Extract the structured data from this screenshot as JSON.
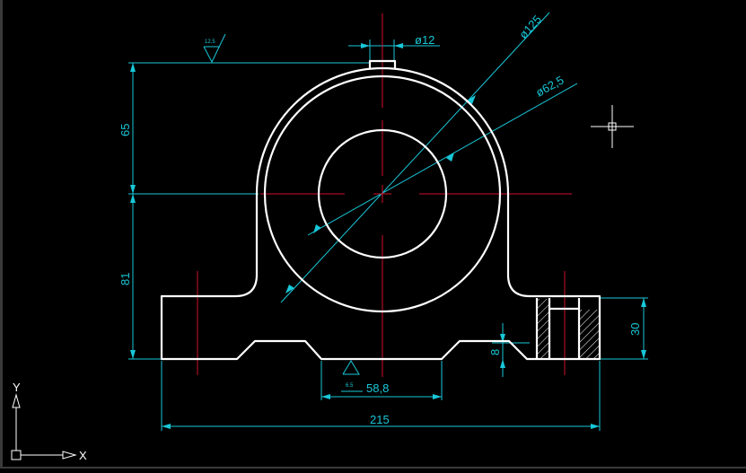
{
  "colors": {
    "background": "#000000",
    "outline": "#ffffff",
    "centerline": "#d0102a",
    "dimension": "#18c8d8",
    "ucs": "#ffffff"
  },
  "dimensions": {
    "d12": "ø12",
    "d125": "ø125",
    "d625": "ø62,5",
    "h65": "65",
    "h81": "81",
    "h30": "30",
    "h8": "8",
    "w588": "58,8",
    "w215": "215"
  },
  "roughness": {
    "top": "12.5",
    "bottom": "6.5"
  },
  "ucs": {
    "x_label": "X",
    "y_label": "Y"
  },
  "cursor": {
    "icon": "crosshair-pickbox-icon"
  }
}
